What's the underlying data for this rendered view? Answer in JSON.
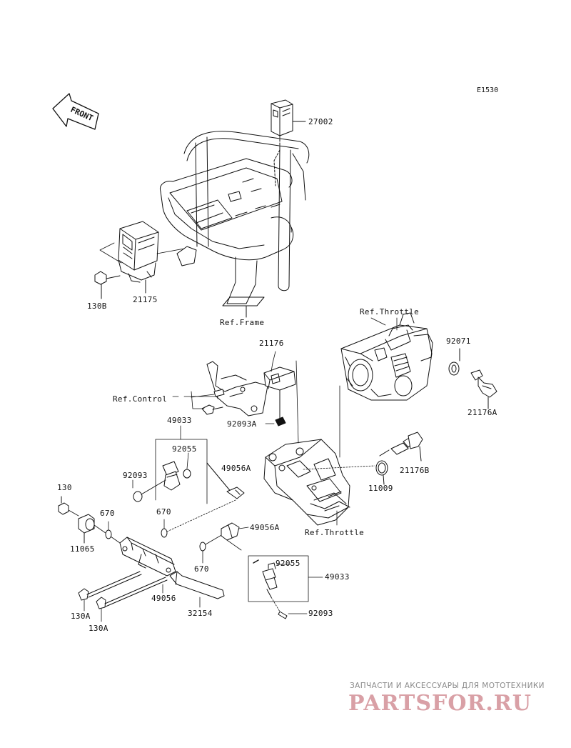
{
  "diagram_code": "E1530",
  "front_label": "FRONT",
  "parts": [
    {
      "id": "p27002",
      "label": "27002"
    },
    {
      "id": "p130B",
      "label": "130B"
    },
    {
      "id": "p21175",
      "label": "21175"
    },
    {
      "id": "pRefFrame",
      "label": "Ref.Frame"
    },
    {
      "id": "pRefThrottleTop",
      "label": "Ref.Throttle"
    },
    {
      "id": "p21176",
      "label": "21176"
    },
    {
      "id": "p92071",
      "label": "92071"
    },
    {
      "id": "pRefControl",
      "label": "Ref.Control"
    },
    {
      "id": "p92093A",
      "label": "92093A"
    },
    {
      "id": "p21176A",
      "label": "21176A"
    },
    {
      "id": "p49033a",
      "label": "49033"
    },
    {
      "id": "p92055a",
      "label": "92055"
    },
    {
      "id": "p49056A1",
      "label": "49056A"
    },
    {
      "id": "p21176B",
      "label": "21176B"
    },
    {
      "id": "p92093a",
      "label": "92093"
    },
    {
      "id": "p11009",
      "label": "11009"
    },
    {
      "id": "p130",
      "label": "130"
    },
    {
      "id": "p670a",
      "label": "670"
    },
    {
      "id": "p670b",
      "label": "670"
    },
    {
      "id": "p11065",
      "label": "11065"
    },
    {
      "id": "p49056A2",
      "label": "49056A"
    },
    {
      "id": "pRefThrottleBot",
      "label": "Ref.Throttle"
    },
    {
      "id": "p670c",
      "label": "670"
    },
    {
      "id": "p92055b",
      "label": "92055"
    },
    {
      "id": "p49033b",
      "label": "49033"
    },
    {
      "id": "p49056",
      "label": "49056"
    },
    {
      "id": "p130Aa",
      "label": "130A"
    },
    {
      "id": "p32154",
      "label": "32154"
    },
    {
      "id": "p92093b",
      "label": "92093"
    },
    {
      "id": "p130Ab",
      "label": "130A"
    }
  ],
  "watermark": {
    "caption": "ЗАПЧАСТИ И АКСЕССУАРЫ ДЛЯ МОТОТЕХНИКИ",
    "brand": "PARTSFOR.RU"
  }
}
